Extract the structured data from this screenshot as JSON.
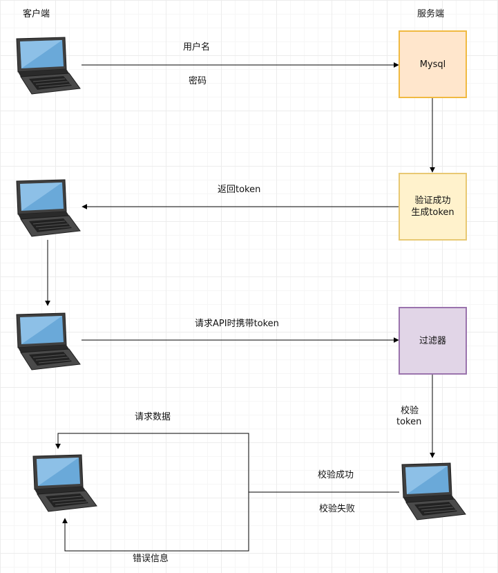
{
  "headers": {
    "client": "客户端",
    "server": "服务端"
  },
  "boxes": {
    "mysql": {
      "text": "Mysql",
      "fill": "#ffe6cc",
      "stroke": "#f0b940"
    },
    "verify": {
      "line1": "验证成功",
      "line2": "生成token",
      "fill": "#fff2cc",
      "stroke": "#e8c872"
    },
    "filter": {
      "text": "过滤器",
      "fill": "#e1d5e7",
      "stroke": "#9a73ad"
    }
  },
  "labels": {
    "username": "用户名",
    "password": "密码",
    "return_token": "返回token",
    "request_api": "请求API时携带token",
    "verify_token_line1": "校验",
    "verify_token_line2": "token",
    "request_data": "请求数据",
    "verify_success": "校验成功",
    "verify_fail": "校验失败",
    "error_info": "错误信息"
  },
  "icons": {
    "laptop": "laptop-icon"
  }
}
